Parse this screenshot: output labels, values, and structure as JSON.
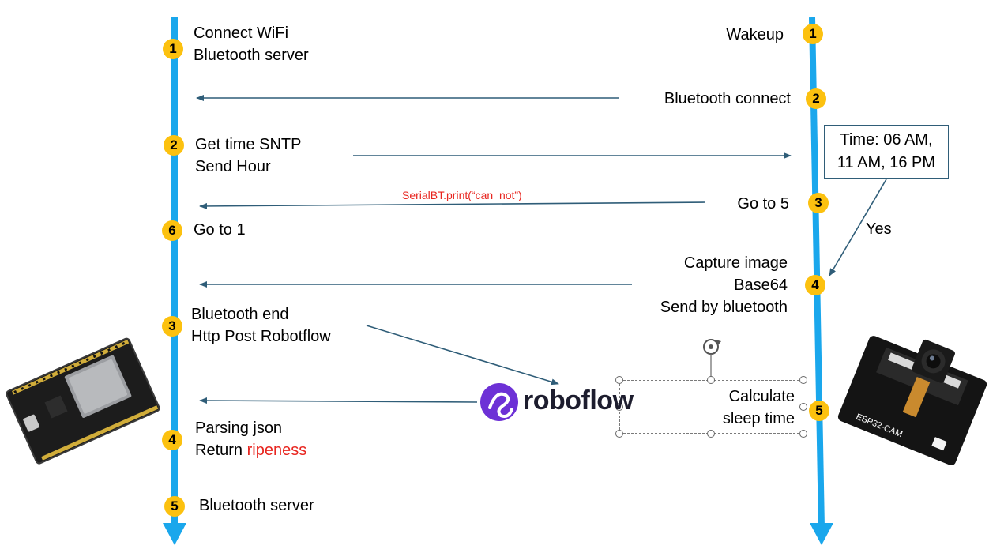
{
  "left_device": {
    "steps": [
      {
        "num": "1",
        "lines": [
          "Connect WiFi",
          "Bluetooth server"
        ]
      },
      {
        "num": "2",
        "lines": [
          "Get time SNTP",
          "Send Hour"
        ]
      },
      {
        "num": "6",
        "lines": [
          "Go to 1"
        ]
      },
      {
        "num": "3",
        "lines": [
          "Bluetooth end",
          "Http Post Robotflow"
        ]
      },
      {
        "num": "4",
        "line1": "Parsing json",
        "line2_prefix": "Return ",
        "line2_highlight": "ripeness"
      },
      {
        "num": "5",
        "lines": [
          "Bluetooth server"
        ]
      }
    ]
  },
  "right_device": {
    "steps": [
      {
        "num": "1",
        "lines": [
          "Wakeup"
        ]
      },
      {
        "num": "2",
        "lines": [
          "Bluetooth connect"
        ]
      },
      {
        "num": "3",
        "lines": [
          "Go to 5"
        ]
      },
      {
        "num": "4",
        "lines": [
          "Capture image",
          "Base64",
          "Send by bluetooth"
        ]
      },
      {
        "num": "5",
        "lines": [
          "Calculate",
          "sleep time"
        ]
      }
    ],
    "time_condition": [
      "Time: 06 AM,",
      "11 AM, 16 PM"
    ],
    "yes_label": "Yes",
    "board_label": "ESP32-CAM"
  },
  "messages": {
    "serial_print": "SerialBT.print(“can_not”)"
  },
  "service_logo": "roboflow",
  "colors": {
    "timeline": "#1aa7ec",
    "arrow": "#2f5d78",
    "badge": "#fcc10f",
    "highlight_red": "#e8251f",
    "logo_purple": "#6d31d6"
  }
}
